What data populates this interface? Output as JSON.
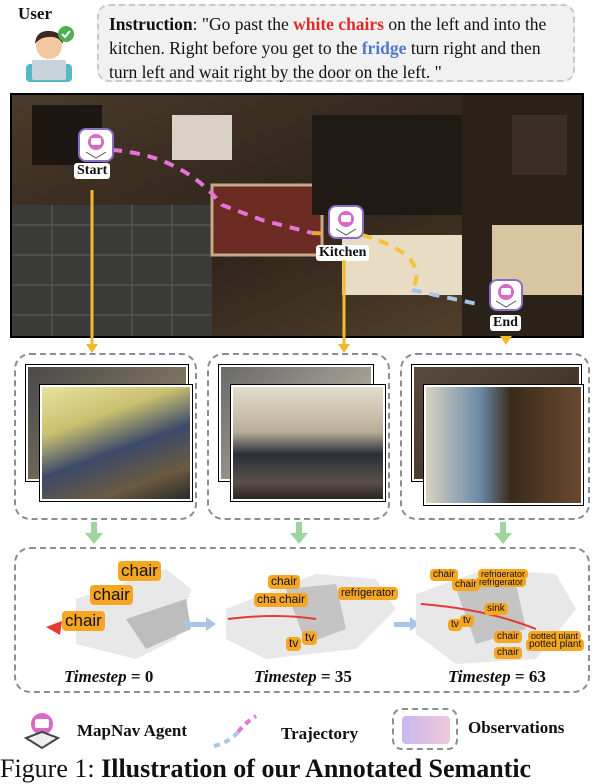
{
  "header": {
    "user_label": "User",
    "instruction_label": "Instruction",
    "instruction_part1": ": \"Go past the ",
    "instruction_highlight1": "white chairs",
    "instruction_part2": " on the left and into the kitchen. Right before you get to the ",
    "instruction_highlight2": "fridge",
    "instruction_part3": " turn right and then turn left and wait right by the door on the left. \""
  },
  "map": {
    "waypoints": [
      "Start",
      "Kitchen",
      "End"
    ]
  },
  "semantic_maps": {
    "panels": [
      {
        "tags": [
          "chair",
          "chair",
          "chair"
        ]
      },
      {
        "tags": [
          "chair",
          "chair",
          "chair",
          "refrigerator",
          "tv",
          "tv"
        ]
      },
      {
        "tags": [
          "chair",
          "chair",
          "refrigerator",
          "refrigerator",
          "sink",
          "tv",
          "tv",
          "chair",
          "potted plant",
          "potted plant",
          "chair"
        ]
      }
    ],
    "timesteps": [
      {
        "label": "Timestep",
        "value": " = 0"
      },
      {
        "label": "Timestep",
        "value": " = 35"
      },
      {
        "label": "Timestep",
        "value": " = 63"
      }
    ]
  },
  "legend": {
    "agent": "MapNav Agent",
    "trajectory": "Trajectory",
    "observations": "Observations"
  },
  "caption": {
    "prefix": "Figure 1: ",
    "title": "Illustration of our Annotated Semantic"
  },
  "colors": {
    "highlight_red": "#e02b2b",
    "highlight_blue": "#4f79c9",
    "tag_orange": "#f5a623",
    "arrow_yellow": "#f5b92c",
    "arrow_green": "#9fd49f",
    "trajectory_pink": "#e872d8"
  }
}
